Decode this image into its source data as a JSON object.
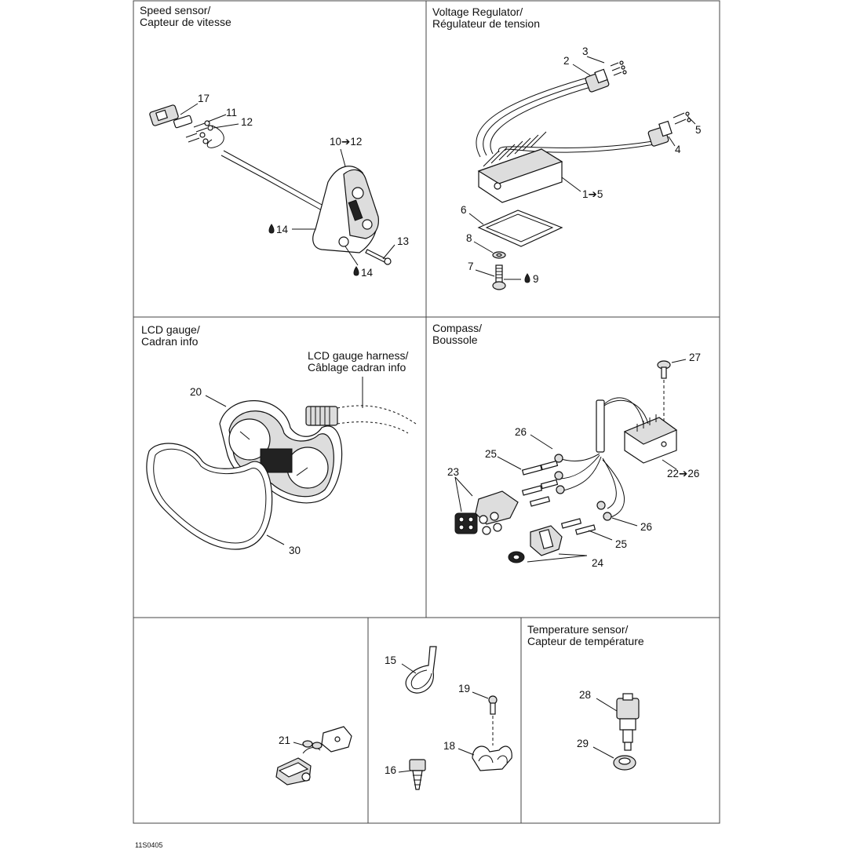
{
  "panels": {
    "speed_sensor": {
      "title_line1": "Speed sensor/",
      "title_line2": "Capteur de vitesse",
      "callouts": [
        "17",
        "11",
        "12",
        "10➔12",
        "13",
        "14",
        "14"
      ]
    },
    "voltage_regulator": {
      "title_line1": "Voltage Regulator/",
      "title_line2": "Régulateur de tension",
      "callouts": [
        "3",
        "2",
        "5",
        "4",
        "1➔5",
        "6",
        "8",
        "7",
        "9"
      ]
    },
    "lcd_gauge": {
      "title_line1": "LCD gauge/",
      "title_line2": "Cadran info",
      "harness_line1": "LCD gauge harness/",
      "harness_line2": "Câblage cadran info",
      "callouts": [
        "20",
        "30"
      ]
    },
    "compass": {
      "title_line1": "Compass/",
      "title_line2": "Boussole",
      "callouts": [
        "27",
        "26",
        "25",
        "23",
        "22➔26",
        "26",
        "25",
        "24"
      ]
    },
    "misc_left": {
      "callouts": [
        "21"
      ]
    },
    "fasteners": {
      "callouts": [
        "15",
        "19",
        "18",
        "16"
      ]
    },
    "temperature_sensor": {
      "title_line1": "Temperature sensor/",
      "title_line2": "Capteur de température",
      "callouts": [
        "28",
        "29"
      ]
    }
  },
  "figure_code": "11S0405"
}
